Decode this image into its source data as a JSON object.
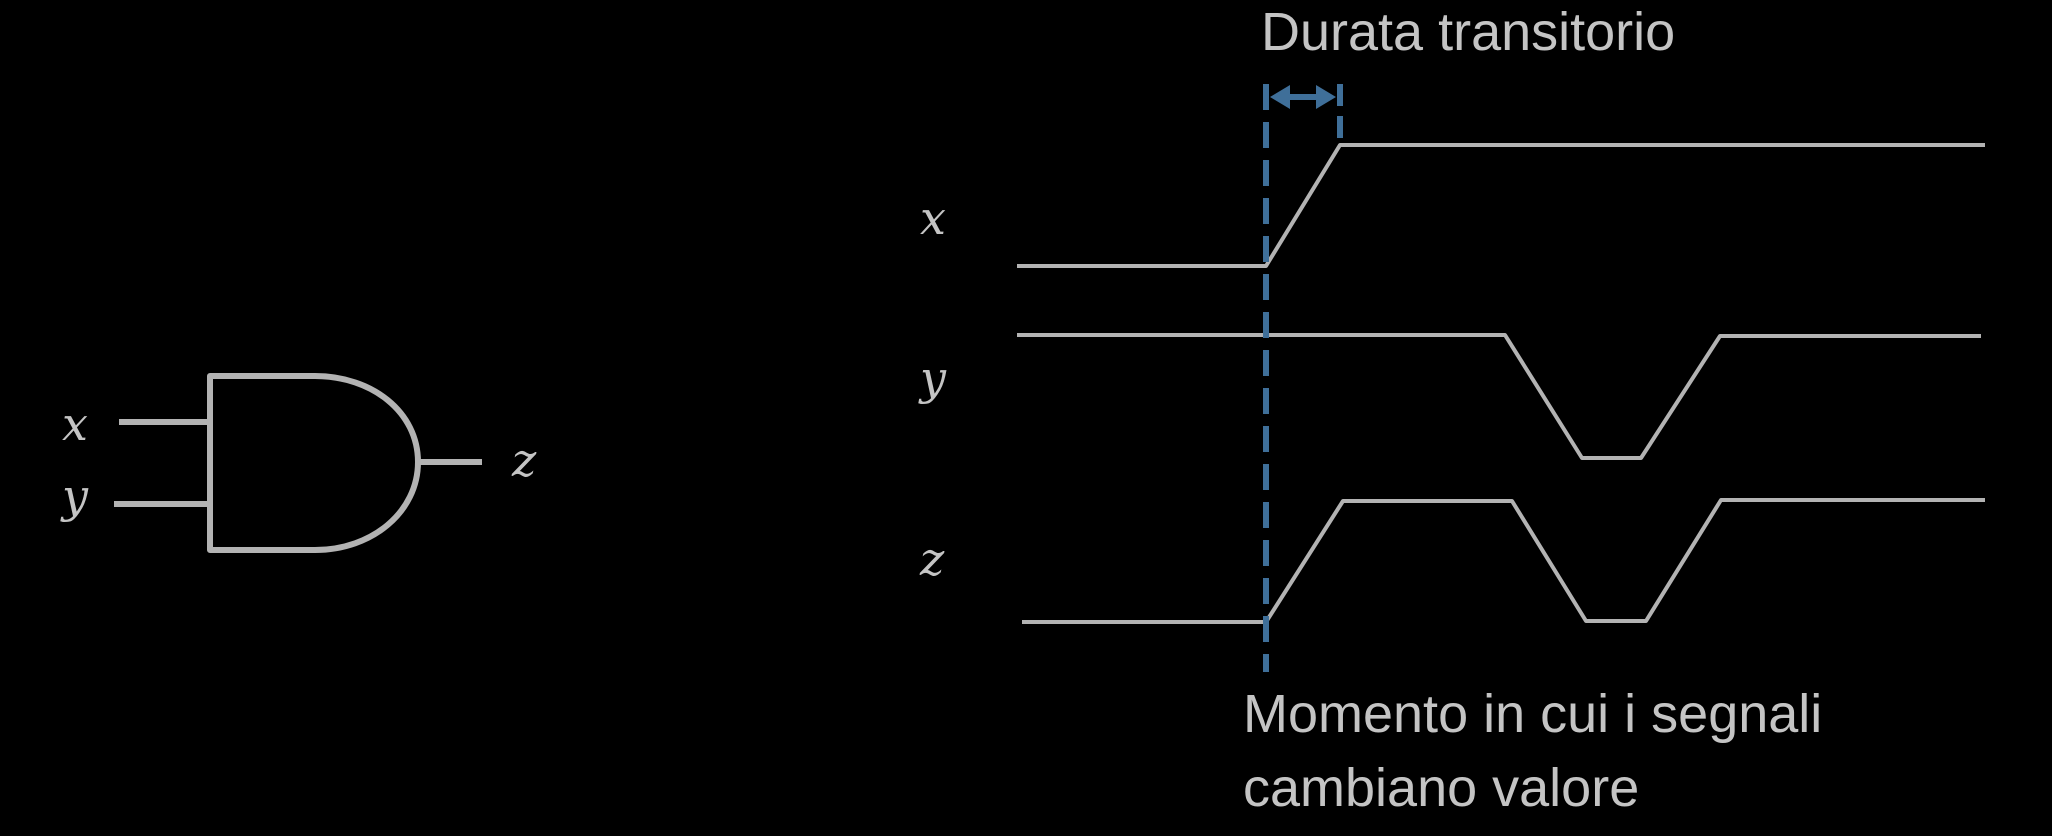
{
  "colors": {
    "background": "#000000",
    "line": "#b3b3b3",
    "text": "#c4c4c4",
    "marker": "#3f6f99"
  },
  "gate": {
    "type": "AND",
    "inputs": [
      {
        "label": "x"
      },
      {
        "label": "y"
      }
    ],
    "output": {
      "label": "z"
    }
  },
  "timing": {
    "signals": [
      {
        "label": "x"
      },
      {
        "label": "y"
      },
      {
        "label": "z"
      }
    ],
    "transition_label": "Durata transitorio",
    "change_label_line1": "Momento in cui i segnali",
    "change_label_line2": "cambiano valore"
  }
}
